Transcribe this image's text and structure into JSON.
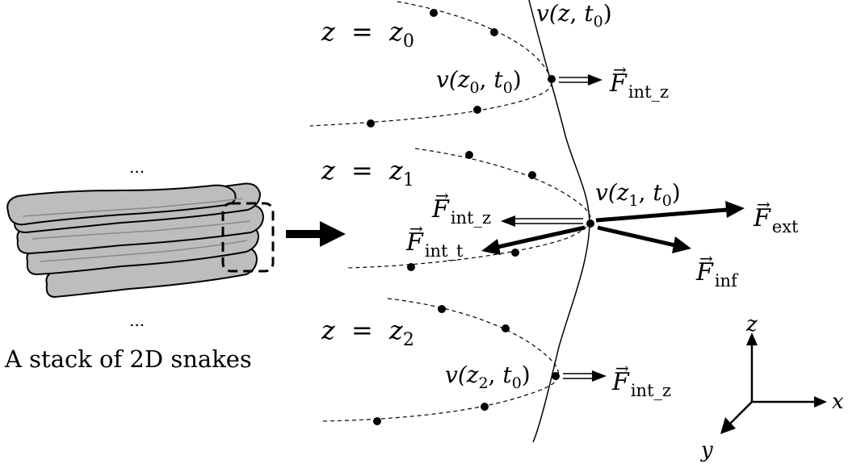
{
  "left_panel": {
    "ellipsis_top": "...",
    "ellipsis_bottom": "...",
    "caption": "A stack of 2D snakes"
  },
  "slices": [
    {
      "plane_var": "z",
      "plane_eq": "=",
      "plane_base": "z",
      "plane_sub": "0",
      "point_label": {
        "fn": "v(",
        "z": "z",
        "z_sub": "0",
        "sep": ", ",
        "t": "t",
        "t_sub": "0",
        "close": ")"
      },
      "forces": [
        {
          "symbol": "F",
          "sub": "int_z"
        }
      ]
    },
    {
      "plane_var": "z",
      "plane_eq": "=",
      "plane_base": "z",
      "plane_sub": "1",
      "point_label": {
        "fn": "v(",
        "z": "z",
        "z_sub": "1",
        "sep": ", ",
        "t": "t",
        "t_sub": "0",
        "close": ")"
      },
      "forces": [
        {
          "symbol": "F",
          "sub": "int_z"
        },
        {
          "symbol": "F",
          "sub": "int_t"
        },
        {
          "symbol": "F",
          "sub": "ext"
        },
        {
          "symbol": "F",
          "sub": "inf"
        }
      ]
    },
    {
      "plane_var": "z",
      "plane_eq": "=",
      "plane_base": "z",
      "plane_sub": "2",
      "point_label": {
        "fn": "v(",
        "z": "z",
        "z_sub": "2",
        "sep": ", ",
        "t": "t",
        "t_sub": "0",
        "close": ")"
      },
      "forces": [
        {
          "symbol": "F",
          "sub": "int_z"
        }
      ]
    }
  ],
  "curve_label": {
    "fn": "v(",
    "z": "z",
    "sep": ", ",
    "t": "t",
    "t_sub": "0",
    "close": ")"
  },
  "vector_arrow": "→",
  "axes": {
    "x": "x",
    "y": "y",
    "z": "z"
  }
}
